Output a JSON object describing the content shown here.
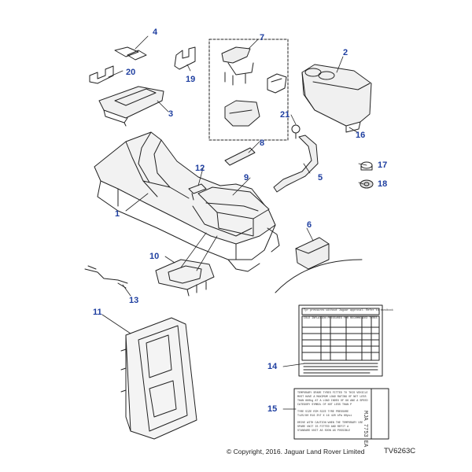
{
  "diagram": {
    "callouts": [
      {
        "id": "c1",
        "text": "1"
      },
      {
        "id": "c2",
        "text": "2"
      },
      {
        "id": "c3",
        "text": "3"
      },
      {
        "id": "c4",
        "text": "4"
      },
      {
        "id": "c5",
        "text": "5"
      },
      {
        "id": "c6",
        "text": "6"
      },
      {
        "id": "c7",
        "text": "7"
      },
      {
        "id": "c8",
        "text": "8"
      },
      {
        "id": "c9",
        "text": "9"
      },
      {
        "id": "c10",
        "text": "10"
      },
      {
        "id": "c11",
        "text": "11"
      },
      {
        "id": "c12",
        "text": "12"
      },
      {
        "id": "c13",
        "text": "13"
      },
      {
        "id": "c14",
        "text": "14"
      },
      {
        "id": "c15",
        "text": "15"
      },
      {
        "id": "c16",
        "text": "16"
      },
      {
        "id": "c17",
        "text": "17"
      },
      {
        "id": "c18",
        "text": "18"
      },
      {
        "id": "c19",
        "text": "19"
      },
      {
        "id": "c20",
        "text": "20"
      },
      {
        "id": "c21",
        "text": "21"
      }
    ],
    "callout_color": "#1f3fa0",
    "line_color": "#222222",
    "tyre_label_header": "Tyr pressures without Jaguar approval. Refer to handbook",
    "tyre_label_table_title": "COLD INFLATION PRESSURES FOR RECOMMENDED TYRES",
    "spare_label_lines": [
      "TEMPORARY SPARE TYRES FITTED TO THIS VEHICLE",
      "MUST HAVE A MAXIMUM LOAD RATING OF NOT LESS",
      "THAN 880kg AT A LOAD INDEX OF 96 AND A SPEED",
      "CATEGORY SYMBOL OF NOT LESS THAN P",
      "TYRE SIZE  RIM SIZE  TYRE PRESSURE",
      "T125/80 R16  3½T X 16  420 kPa  60psi",
      "DRIVE WITH CAUTION WHEN THE TEMPORARY USE",
      "SPARE UNIT IS FITTED AND REFIT A",
      "STANDARD UNIT AS SOON AS POSSIBLE"
    ],
    "spare_label_part": "MJA 7753 EA",
    "copyright": "© Copyright, 2016. Jaguar Land Rover Limited",
    "figure_code": "TV6263C"
  }
}
